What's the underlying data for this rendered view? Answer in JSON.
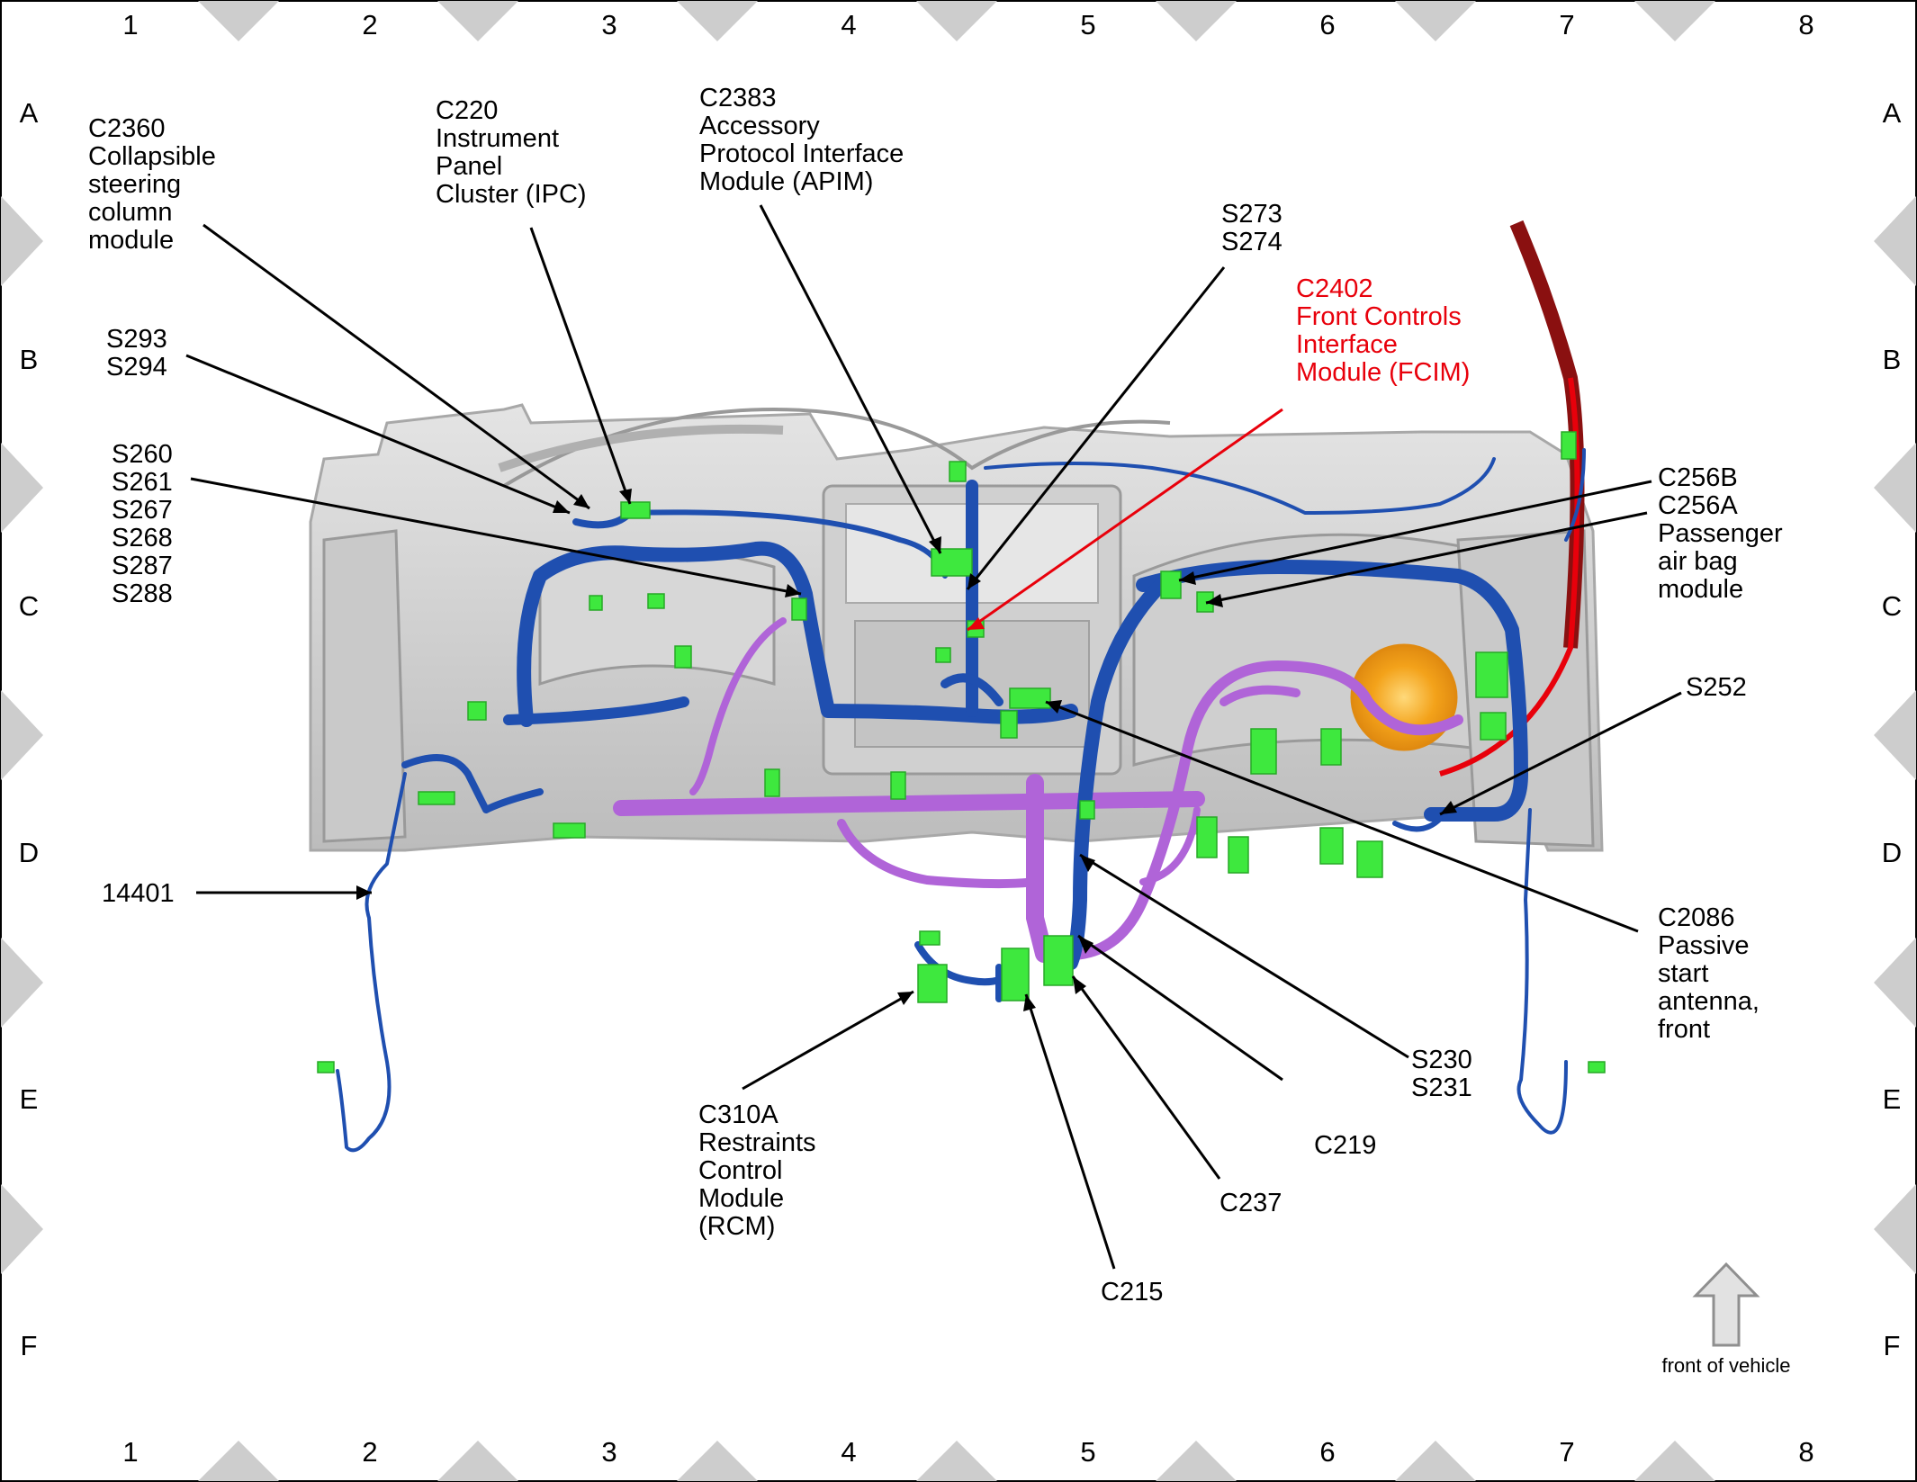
{
  "grid": {
    "columns": [
      "1",
      "2",
      "3",
      "4",
      "5",
      "6",
      "7",
      "8"
    ],
    "rows": [
      "A",
      "B",
      "C",
      "D",
      "E",
      "F"
    ]
  },
  "callouts": {
    "c2360": [
      "C2360",
      "Collapsible",
      "steering",
      "column",
      "module"
    ],
    "c220": [
      "C220",
      "Instrument",
      "Panel",
      "Cluster (IPC)"
    ],
    "c2383": [
      "C2383",
      "Accessory",
      "Protocol Interface",
      "Module (APIM)"
    ],
    "s273": [
      "S273",
      "S274"
    ],
    "c2402": [
      "C2402",
      "Front Controls",
      "Interface",
      "Module (FCIM)"
    ],
    "s293": [
      "S293",
      "S294"
    ],
    "s260": [
      "S260",
      "S261",
      "S267",
      "S268",
      "S287",
      "S288"
    ],
    "c256": [
      "C256B",
      "C256A",
      "Passenger",
      "air bag",
      "module"
    ],
    "s252": [
      "S252"
    ],
    "w14401": [
      "14401"
    ],
    "c2086": [
      "C2086",
      "Passive",
      "start",
      "antenna,",
      "front"
    ],
    "s230": [
      "S230",
      "S231"
    ],
    "c219": [
      "C219"
    ],
    "c310a": [
      "C310A",
      "Restraints",
      "Control",
      "Module",
      "(RCM)"
    ],
    "c237": [
      "C237"
    ],
    "c215": [
      "C215"
    ]
  },
  "front_of_vehicle": "front of vehicle",
  "colors": {
    "border": "#000000",
    "diamond": "#cfcfcf",
    "harness_blue": "#1f4fb0",
    "harness_purple": "#b064d8",
    "connector_green": "#3ee83e",
    "highlight_red": "#e8000b",
    "dark_red": "#8a1010",
    "airbag_orange": "#f3a21a"
  }
}
